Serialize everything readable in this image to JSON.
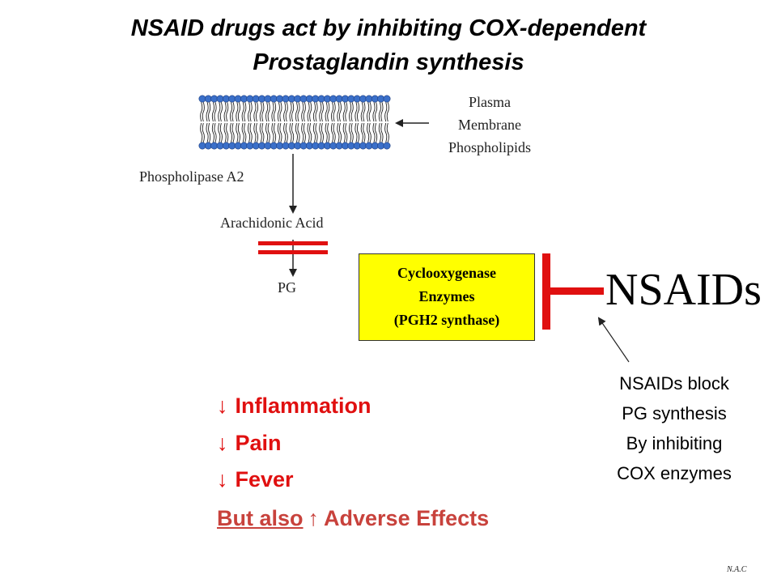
{
  "title": {
    "line1": "NSAID drugs act by inhibiting COX-dependent",
    "line2": "Prostaglandin synthesis"
  },
  "membrane": {
    "label_line1": "Plasma",
    "label_line2": "Membrane",
    "label_line3": "Phospholipids",
    "head_color": "#3a6fc9"
  },
  "pathway": {
    "enzyme": "Phospholipase A2",
    "substrate": "Arachidonic Acid",
    "product": "PG",
    "block_color": "#e01010"
  },
  "cox_box": {
    "line1": "Cyclooxygenase",
    "line2": "Enzymes",
    "line3": "(PGH2 synthase)",
    "fill": "#ffff00"
  },
  "nsaids_label": "NSAIDs",
  "note": {
    "line1": "NSAIDs block",
    "line2": "PG synthesis",
    "line3": "By inhibiting",
    "line4": "COX enzymes"
  },
  "effects": {
    "arrow_down": "↓",
    "arrow_up": "↑",
    "items": [
      "Inflammation",
      "Pain",
      "Fever"
    ],
    "but_also": "But also",
    "adverse": "Adverse Effects",
    "color": "#e01010"
  },
  "footer": "N.A.C"
}
